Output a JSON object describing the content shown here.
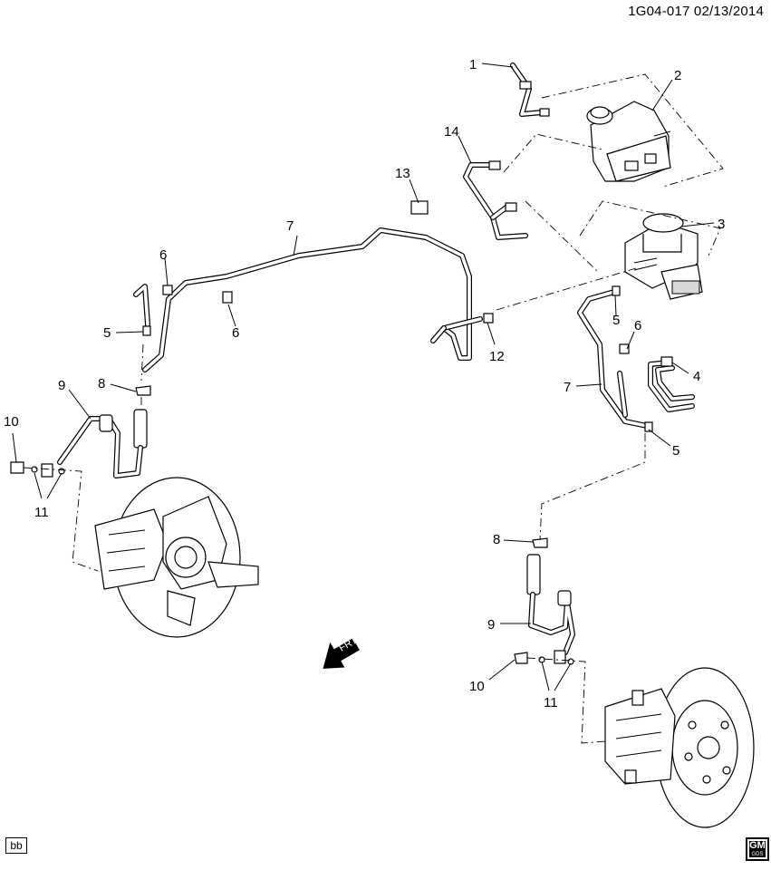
{
  "header": {
    "ref": "1G04-017",
    "date": "02/13/2014"
  },
  "callouts": [
    {
      "id": "c1",
      "text": "1"
    },
    {
      "id": "c2",
      "text": "2"
    },
    {
      "id": "c3",
      "text": "3"
    },
    {
      "id": "c4",
      "text": "4"
    },
    {
      "id": "c5a",
      "text": "5"
    },
    {
      "id": "c5b",
      "text": "5"
    },
    {
      "id": "c5c",
      "text": "5"
    },
    {
      "id": "c6a",
      "text": "6"
    },
    {
      "id": "c6b",
      "text": "6"
    },
    {
      "id": "c6c",
      "text": "6"
    },
    {
      "id": "c7a",
      "text": "7"
    },
    {
      "id": "c7b",
      "text": "7"
    },
    {
      "id": "c8a",
      "text": "8"
    },
    {
      "id": "c8b",
      "text": "8"
    },
    {
      "id": "c9a",
      "text": "9"
    },
    {
      "id": "c9b",
      "text": "9"
    },
    {
      "id": "c10a",
      "text": "10"
    },
    {
      "id": "c10b",
      "text": "10"
    },
    {
      "id": "c11a",
      "text": "11"
    },
    {
      "id": "c11b",
      "text": "11"
    },
    {
      "id": "c12",
      "text": "12"
    },
    {
      "id": "c13",
      "text": "13"
    },
    {
      "id": "c14",
      "text": "14"
    }
  ],
  "frt_label": "FRT",
  "footer": {
    "bb": "bb",
    "gm": "GM",
    "gm_sub": "GDS"
  }
}
